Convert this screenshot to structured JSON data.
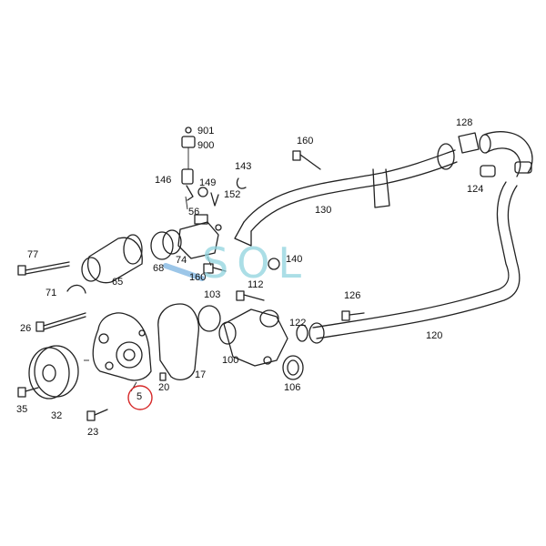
{
  "watermark": "SOL",
  "callouts": {
    "p901": "901",
    "p900": "900",
    "p146": "146",
    "p149": "149",
    "p143": "143",
    "p152": "152",
    "p56": "56",
    "p160a": "160",
    "p128": "128",
    "p124": "124",
    "p130": "130",
    "p77": "77",
    "p65": "65",
    "p68": "68",
    "p74": "74",
    "p160b": "160",
    "p140": "140",
    "p71": "71",
    "p103": "103",
    "p112": "112",
    "p126": "126",
    "p26": "26",
    "p122": "122",
    "p120": "120",
    "p100": "100",
    "p17": "17",
    "p20": "20",
    "p106": "106",
    "p5": "5",
    "p35": "35",
    "p32": "32",
    "p23": "23"
  },
  "highlight": {
    "part": "5",
    "ring_color": "#d62828"
  },
  "colors": {
    "watermark": "#8fd3de",
    "line": "#222222"
  }
}
